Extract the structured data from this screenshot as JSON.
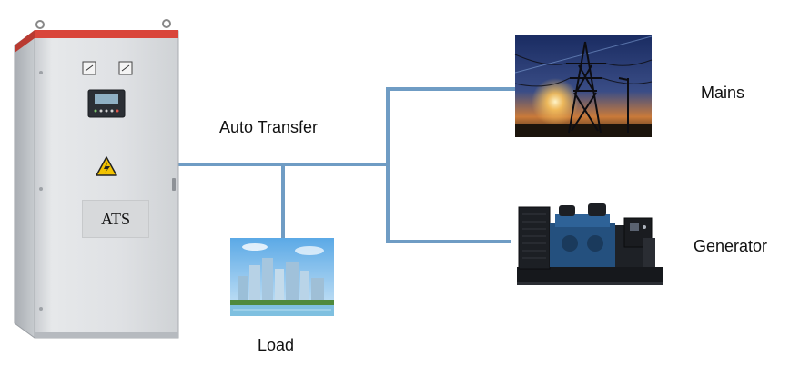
{
  "labels": {
    "auto_transfer": "Auto Transfer",
    "mains": "Mains",
    "generator": "Generator",
    "load": "Load",
    "ats": "ATS"
  },
  "nodes": [
    {
      "id": "ats-cabinet",
      "label": "ATS",
      "icon": "ats-cabinet-image"
    },
    {
      "id": "mains",
      "label": "Mains",
      "icon": "power-transmission-tower-image"
    },
    {
      "id": "generator",
      "label": "Generator",
      "icon": "diesel-generator-set-image"
    },
    {
      "id": "load",
      "label": "Load",
      "icon": "city-buildings-image"
    }
  ],
  "edges": [
    {
      "from": "ats-cabinet",
      "to": "mains",
      "label": "Auto Transfer"
    },
    {
      "from": "ats-cabinet",
      "to": "generator",
      "label": "Auto Transfer"
    },
    {
      "from": "ats-cabinet",
      "to": "load",
      "label": ""
    }
  ],
  "colors": {
    "connector_line": "#6f9cc4",
    "cabinet_body": "#dcdfe2",
    "cabinet_top_strip": "#d9453a",
    "warning_sign": "#f2c200",
    "background": "#ffffff"
  }
}
